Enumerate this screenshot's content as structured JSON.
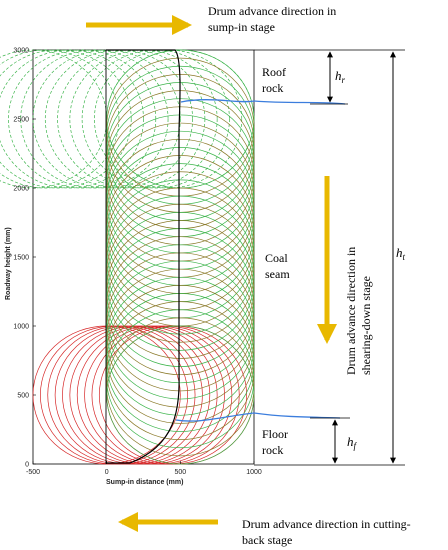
{
  "annotations": {
    "sump_in_line1": "Drum advance direction in",
    "sump_in_line2": "sump-in stage",
    "shearing_down_line1": "Drum advance direction in",
    "shearing_down_line2": "shearing-down stage",
    "cutting_back_line1": "Drum advance direction in cutting-",
    "cutting_back_line2": "back stage",
    "roof_rock_line1": "Roof",
    "roof_rock_line2": "rock",
    "coal_seam_line1": "Coal",
    "coal_seam_line2": "seam",
    "floor_rock_line1": "Floor",
    "floor_rock_line2": "rock"
  },
  "symbols": {
    "hr_base": "h",
    "hr_sub": "r",
    "hf_base": "h",
    "hf_sub": "f",
    "ht_base": "h",
    "ht_sub": "t"
  },
  "chart_data": {
    "type": "diagram",
    "xlabel": "Sump-in distance (mm)",
    "ylabel": "Roadway height (mm)",
    "xlim": [
      -500,
      1000
    ],
    "ylim": [
      0,
      3000
    ],
    "xticks": [
      "-500",
      "0",
      "500",
      "1000"
    ],
    "yticks": [
      "0",
      "500",
      "1000",
      "1500",
      "2000",
      "2500",
      "3000"
    ],
    "drum_radius_mm": 500,
    "series": [
      {
        "name": "sump-in",
        "style": "dashed",
        "color": "#3cb44b",
        "x": [
          -500,
          0,
          500
        ],
        "y": [
          2500,
          2500,
          2500
        ]
      },
      {
        "name": "shearing-down",
        "style": "solid",
        "color": "#8b7a2a",
        "x": [
          500,
          500
        ],
        "y": [
          2500,
          500
        ]
      },
      {
        "name": "cutting-back",
        "style": "solid",
        "color": "#d62728",
        "x": [
          500,
          0
        ],
        "y": [
          500,
          500
        ]
      }
    ],
    "colors": {
      "arrow": "#e8b800",
      "boundary": "#3b7ddd",
      "green": "#3cb44b",
      "red": "#d62728",
      "olive": "#8b7a2a"
    }
  }
}
